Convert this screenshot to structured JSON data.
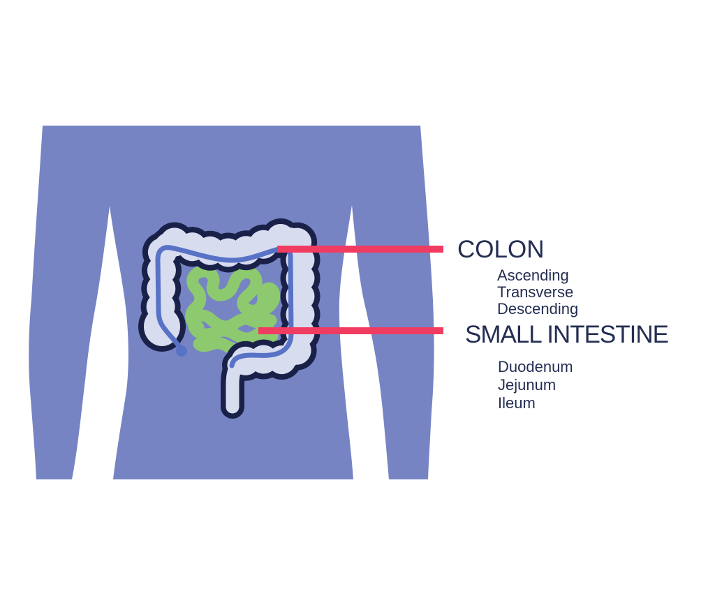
{
  "figure": {
    "type": "anatomy-infographic",
    "subject": "Human torso with large and small intestine"
  },
  "labels": {
    "colon": {
      "heading": "COLON",
      "parts": [
        "Ascending",
        "Transverse",
        "Descending"
      ]
    },
    "small_intestine": {
      "heading": "SMALL INTESTINE",
      "parts": [
        "Duodenum",
        "Jejunum",
        "Ileum"
      ]
    }
  },
  "colors": {
    "background": "#ffffff",
    "body": "#7684C4",
    "colon_fill": "#D8DCEF",
    "outline": "#1A2148",
    "lumen": "#5872C5",
    "small_intestine_green": "#8DC96E",
    "callout_pink": "#F13C62",
    "text": "#242E52"
  }
}
